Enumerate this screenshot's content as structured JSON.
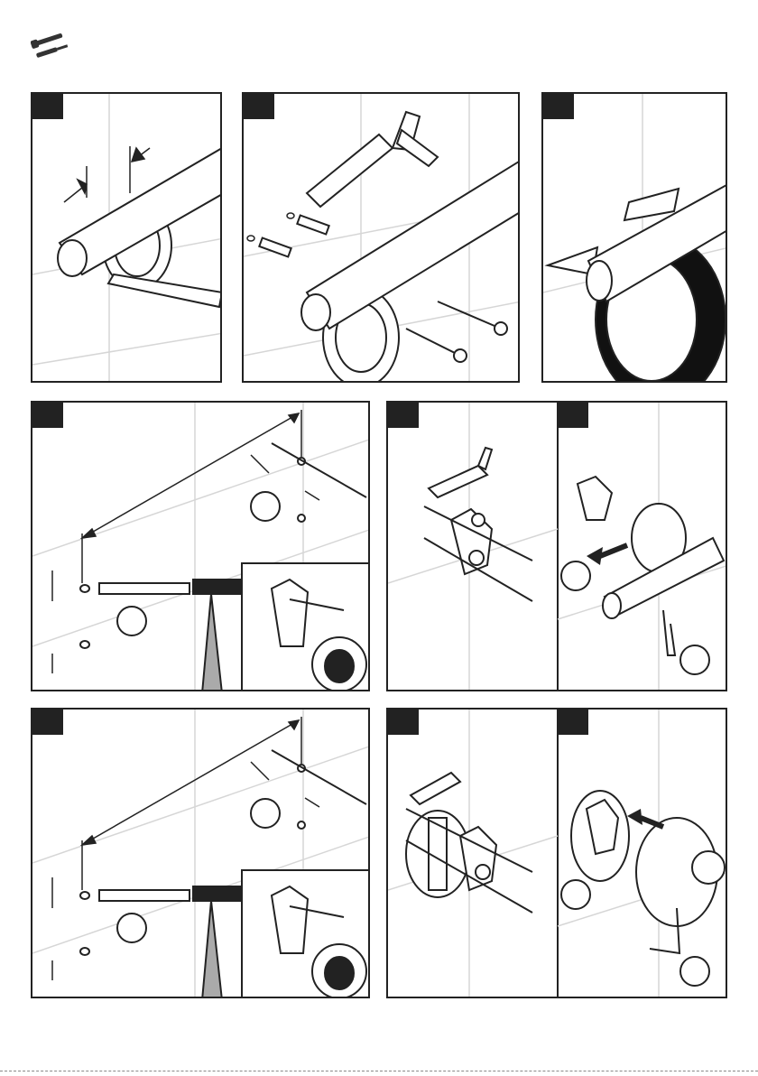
{
  "page": {
    "background": "#ffffff",
    "ink": "#222222",
    "tile_lines": "#d6d6d6"
  },
  "tools_icon": {
    "name": "wrench-screwdriver-icon"
  },
  "steps": [
    {
      "id": "step-1",
      "icon": "mark-position-illustration"
    },
    {
      "id": "step-2",
      "icon": "remove-old-anchors-illustration"
    },
    {
      "id": "step-3",
      "icon": "protective-tape-illustration"
    },
    {
      "id": "step-4",
      "icon": "drill-holes-illustration"
    },
    {
      "id": "step-5a",
      "icon": "mount-bracket-screws-illustration"
    },
    {
      "id": "step-5b",
      "icon": "attach-rail-illustration"
    },
    {
      "id": "step-6",
      "icon": "drill-holes-second-side-illustration"
    },
    {
      "id": "step-7a",
      "icon": "mount-plate-bracket-illustration"
    },
    {
      "id": "step-7b",
      "icon": "attach-rosette-illustration"
    }
  ]
}
